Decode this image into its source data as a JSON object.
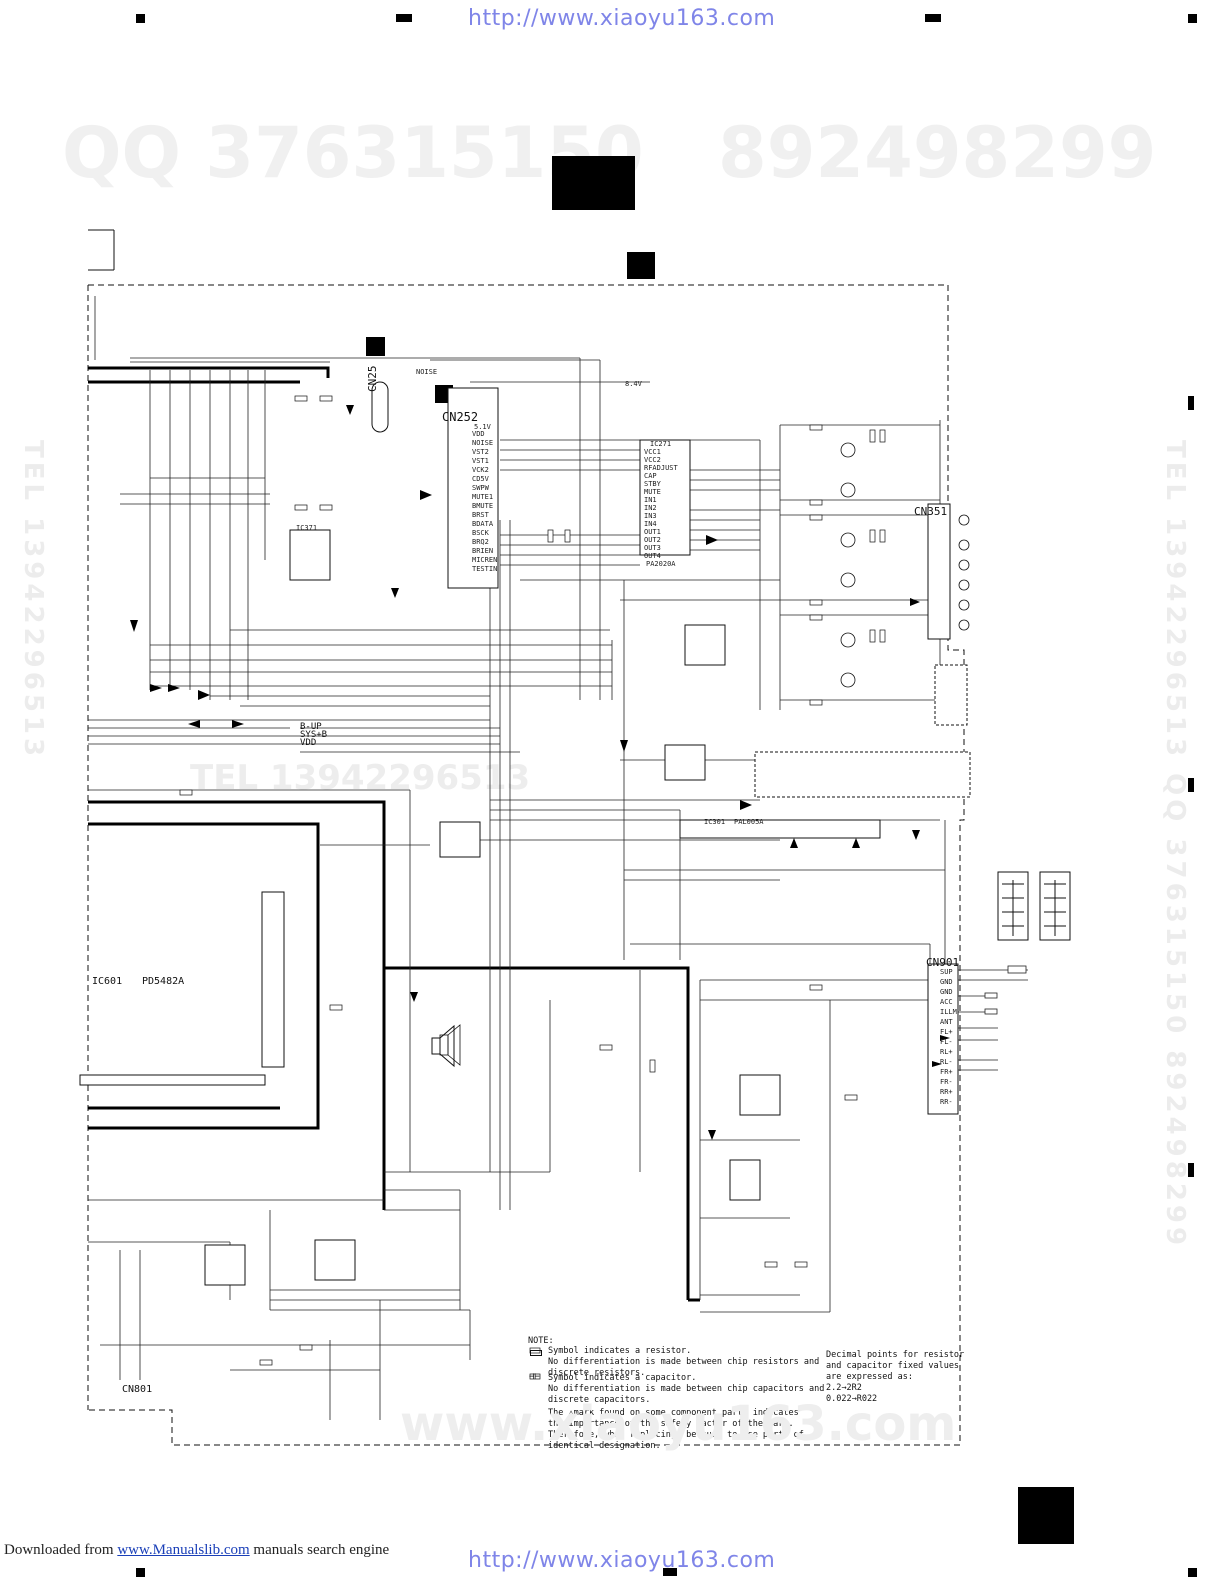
{
  "header": {
    "url_top": "http://www.xiaoyu163.com",
    "watermark_qq": "QQ 376315150",
    "watermark_num": "892498299"
  },
  "side_watermarks": {
    "left": "TEL 13942296513",
    "right": "TEL 13942296513   QQ 376315150   892498299",
    "middle": "TEL 13942296513"
  },
  "connectors": {
    "cn25": "CN25",
    "cn252": "CN252",
    "cn351": "CN351",
    "cn901": "CN901",
    "cn801": "CN801"
  },
  "ics": {
    "ic601": "IC601",
    "ic601_part": "PD5482A",
    "ic271": "IC271",
    "ic271_part": "PA2020A",
    "ic301": "IC301",
    "ic301_part": "PAL005A",
    "ic371": "IC371"
  },
  "rails": {
    "b_up": "B-UP",
    "sys_b": "SYS+B",
    "vdd": "VDD",
    "v84": "8.4V",
    "v51": "5.1V",
    "noise": "NOISE"
  },
  "cn252_pins": [
    "VDD",
    "NOISE",
    "VST2",
    "VST1",
    "VCK2",
    "CD5V",
    "SWPW",
    "MUTE1",
    "BMUTE",
    "BRST",
    "BDATA",
    "BSCK",
    "BRQ2",
    "BRIEN",
    "MICREN",
    "TESTIN"
  ],
  "pa_pins": [
    "VCC1",
    "VCC2",
    "RFADJUST",
    "CAP",
    "STBY",
    "MUTE",
    "IN1",
    "IN2",
    "IN3",
    "IN4",
    "OUT1",
    "OUT2",
    "OUT3",
    "OUT4"
  ],
  "cn901_pins": [
    "SUP",
    "GND",
    "GND",
    "ACC",
    "ILLM",
    "ANT",
    "FL+",
    "FL-",
    "RL+",
    "RL-",
    "FR+",
    "FR-",
    "RR+",
    "RR-"
  ],
  "note": {
    "title": "NOTE:",
    "resistor": "Symbol indicates a resistor.\nNo differentiation is made between chip resistors and\ndiscrete resistors.",
    "capacitor": "Symbol indicates a capacitor.\nNo differentiation is made between chip capacitors and\ndiscrete capacitors.",
    "safety": "The △mark found on some component parts indicates\nthe importance of the safety factor of the part.\nTherefore, when replacing, be sure to use parts of\nidentical designation.",
    "decimal": "Decimal points for resistor\nand capacitor fixed values\nare expressed as:\n2.2→2R2\n0.022→R022"
  },
  "footer": {
    "prefix": "Downloaded from ",
    "link": "www.Manualslib.com",
    "suffix": " manuals search engine",
    "url_bottom": "http://www.xiaoyu163.com"
  }
}
